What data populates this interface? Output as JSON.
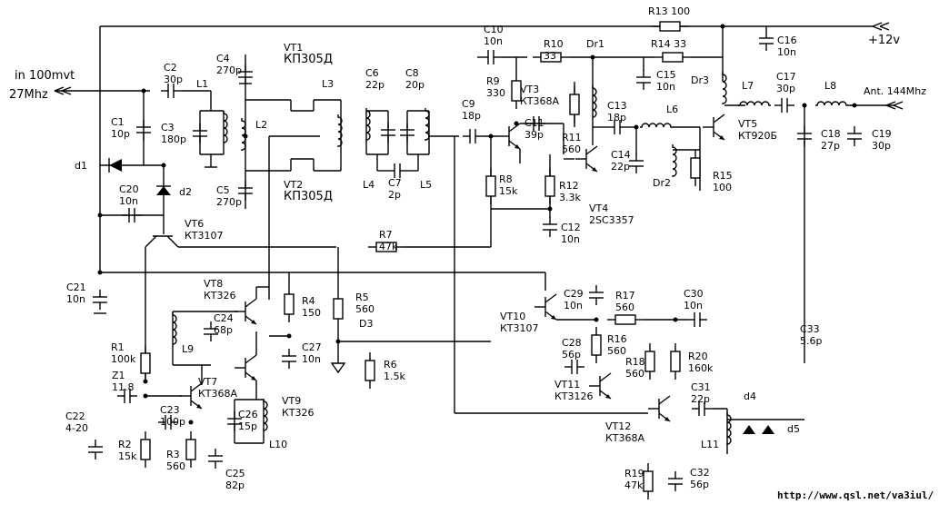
{
  "io": {
    "input_label": "in 100mvt",
    "input_freq": "27Mhz",
    "supply": "+12v",
    "antenna": "Ant. 144Mhz",
    "url": "http://www.qsl.net/va3iul/"
  },
  "labels": {
    "C2": [
      "C2",
      "30p"
    ],
    "L1": [
      "L1"
    ],
    "C1": [
      "C1",
      "10p"
    ],
    "C3": [
      "C3",
      "180p"
    ],
    "C4": [
      "C4",
      "270p"
    ],
    "C5": [
      "C5",
      "270p"
    ],
    "L2": [
      "L2"
    ],
    "VT1": [
      "VT1",
      "КП305Д"
    ],
    "VT2": [
      "VT2",
      "КП305Д"
    ],
    "L3": [
      "L3"
    ],
    "C6": [
      "C6",
      "22p"
    ],
    "C8": [
      "C8",
      "20p"
    ],
    "L4": [
      "L4"
    ],
    "L5": [
      "L5"
    ],
    "C7": [
      "C7",
      "2p"
    ],
    "d1": [
      "d1"
    ],
    "d2": [
      "d2"
    ],
    "C20": [
      "C20",
      "10n"
    ],
    "VT6": [
      "VT6",
      "КТ3107"
    ],
    "C21": [
      "C21",
      "10n"
    ],
    "R7": [
      "R7",
      "47k"
    ],
    "C10": [
      "C10",
      "10n"
    ],
    "R10": [
      "R10",
      "33"
    ],
    "Dr1": [
      "Dr1"
    ],
    "R13": [
      "R13 100"
    ],
    "R14": [
      "R14 33"
    ],
    "C16": [
      "C16",
      "10n"
    ],
    "C15": [
      "C15",
      "10n"
    ],
    "Dr3": [
      "Dr3"
    ],
    "R9": [
      "R9",
      "330"
    ],
    "VT3": [
      "VT3",
      "КТ368А"
    ],
    "C9": [
      "C9",
      "18p"
    ],
    "C11": [
      "C11",
      "39p"
    ],
    "R11": [
      "R11",
      "560"
    ],
    "C13": [
      "C13",
      "18p"
    ],
    "L6": [
      "L6"
    ],
    "C14": [
      "C14",
      "22p"
    ],
    "L7": [
      "L7"
    ],
    "C17": [
      "C17",
      "30p"
    ],
    "L8": [
      "L8"
    ],
    "VT5": [
      "VT5",
      "КТ920Б"
    ],
    "C18": [
      "C18",
      "27p"
    ],
    "C19": [
      "C19",
      "30p"
    ],
    "Dr2": [
      "Dr2"
    ],
    "R15": [
      "R15",
      "100"
    ],
    "R8": [
      "R8",
      "15k"
    ],
    "R12": [
      "R12",
      "3.3k"
    ],
    "VT4": [
      "VT4",
      "2SC3357"
    ],
    "C12": [
      "C12",
      "10n"
    ],
    "VT8": [
      "VT8",
      "КТ326"
    ],
    "C24": [
      "C24",
      "68p"
    ],
    "L9": [
      "L9"
    ],
    "R4": [
      "R4",
      "150"
    ],
    "R5": [
      "R5",
      "560"
    ],
    "D3": [
      "D3"
    ],
    "R6": [
      "R6",
      "1.5k"
    ],
    "C27": [
      "C27",
      "10n"
    ],
    "R1": [
      "R1",
      "100k"
    ],
    "Z1": [
      "Z1",
      "11.8"
    ],
    "VT7": [
      "VT7",
      "КТ368А"
    ],
    "C22": [
      "C22",
      "4-20"
    ],
    "C23": [
      "C23",
      "100p"
    ],
    "R2": [
      "R2",
      "15k"
    ],
    "R3": [
      "R3",
      "560"
    ],
    "C25": [
      "C25",
      "82p"
    ],
    "C26": [
      "C26",
      "15p"
    ],
    "L10": [
      "L10"
    ],
    "VT9": [
      "VT9",
      "КТ326"
    ],
    "VT10": [
      "VT10",
      "КТ3107"
    ],
    "C29": [
      "C29",
      "10n"
    ],
    "R17": [
      "R17",
      "560"
    ],
    "C30": [
      "C30",
      "10n"
    ],
    "C28": [
      "C28",
      "56p"
    ],
    "R16": [
      "R16",
      "560"
    ],
    "VT11": [
      "VT11",
      "КТ3126"
    ],
    "R18": [
      "R18",
      "560"
    ],
    "R20": [
      "R20",
      "160k"
    ],
    "C31": [
      "C31",
      "22p"
    ],
    "d4": [
      "d4"
    ],
    "d5": [
      "d5"
    ],
    "VT12": [
      "VT12",
      "КТ368А"
    ],
    "L11": [
      "L11"
    ],
    "R19": [
      "R19",
      "47k"
    ],
    "C32": [
      "C32",
      "56p"
    ],
    "C33": [
      "C33",
      "5.6p"
    ]
  }
}
